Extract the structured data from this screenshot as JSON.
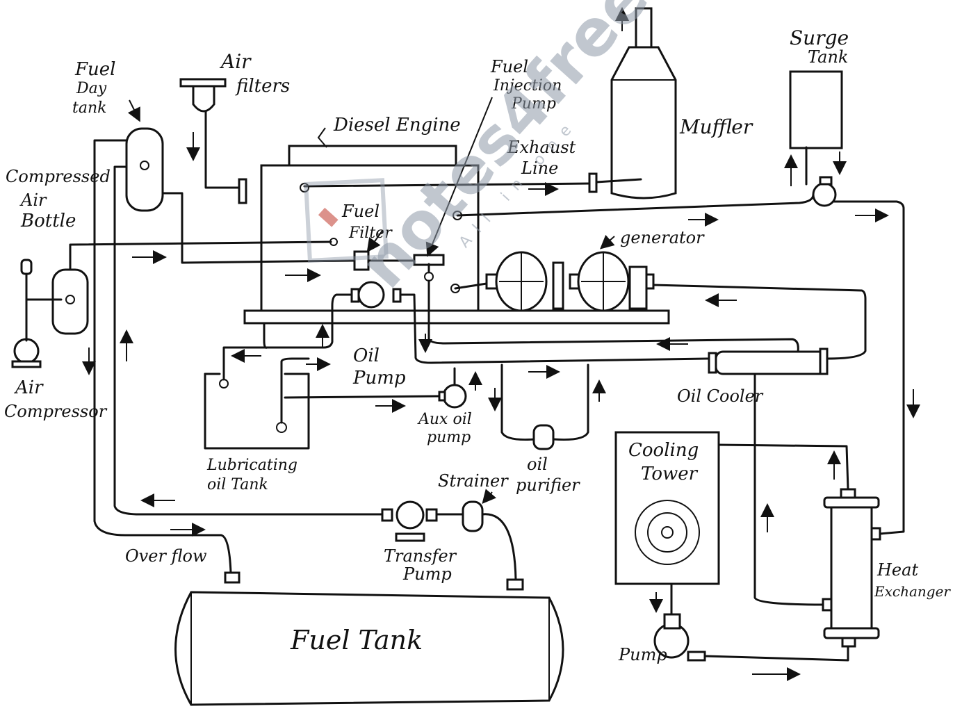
{
  "labels": {
    "fuel_day_tank": [
      "Fuel",
      "Day",
      "tank"
    ],
    "air_filters": [
      "Air",
      "filters"
    ],
    "diesel_engine": "Diesel Engine",
    "fuel_injection_pump": [
      "Fuel",
      "Injection",
      "Pump"
    ],
    "muffler": "Muffler",
    "surge_tank": [
      "Surge",
      "Tank"
    ],
    "exhaust_line": [
      "Exhaust",
      "Line"
    ],
    "compressed_air_bottle": [
      "Compressed",
      "Air",
      "Bottle"
    ],
    "fuel_filter": [
      "Fuel",
      "Filter"
    ],
    "generator": "generator",
    "air_compressor": [
      "Air",
      "Compressor"
    ],
    "oil_pump": [
      "Oil",
      "Pump"
    ],
    "aux_oil_pump": [
      "Aux oil",
      "pump"
    ],
    "oil_purifier": [
      "oil",
      "purifier"
    ],
    "oil_cooler": "Oil Cooler",
    "lubricating_oil_tank": [
      "Lubricating",
      "oil Tank"
    ],
    "strainer": "Strainer",
    "cooling_tower": [
      "Cooling",
      "Tower"
    ],
    "transfer_pump": [
      "Transfer",
      "Pump"
    ],
    "over_flow": "Over flow",
    "heat_exchanger": [
      "Heat",
      "Exchanger"
    ],
    "fuel_tank": "Fuel Tank",
    "pump": "Pump"
  },
  "watermark": {
    "brand": "notes4free",
    "tagline": "All in one"
  },
  "colors": {
    "ink": "#111111",
    "watermark": "#8f9aa8",
    "watermark_accent": "#c0392b"
  }
}
